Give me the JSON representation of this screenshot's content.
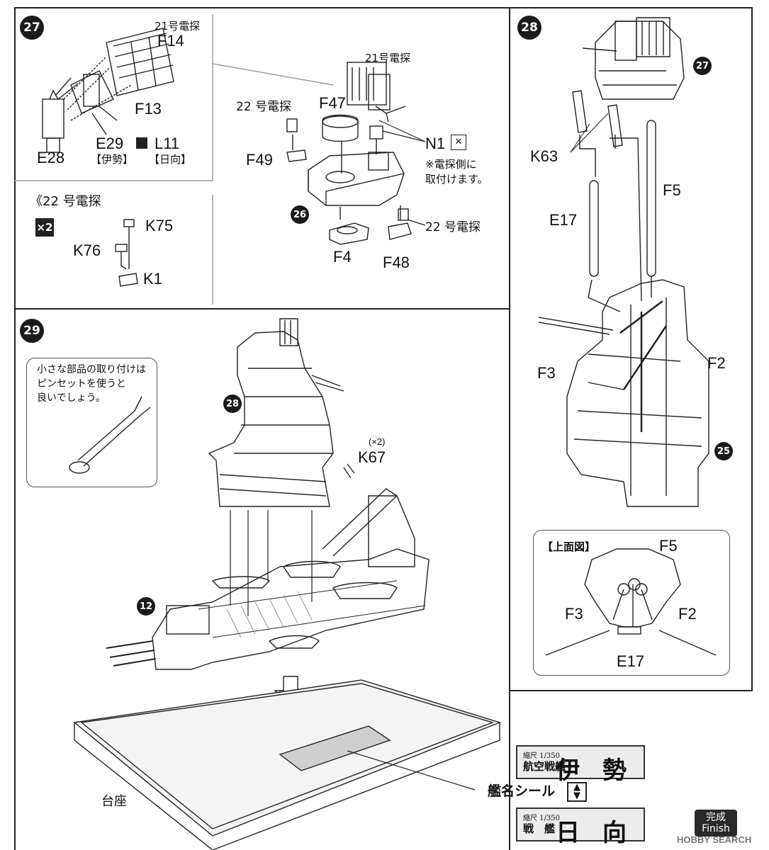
{
  "steps": {
    "s27": {
      "number": "27",
      "radar21_top": "21号電探",
      "F14": "F14",
      "F13": "F13",
      "E28": "E28",
      "E29": "E29",
      "L11": "L11",
      "ise_tag": "【伊勢】",
      "hyuga_tag": "【日向】",
      "radar21_right": "21号電探",
      "radar22_left": "22 号電探",
      "F47": "F47",
      "N1": "N1",
      "F49": "F49",
      "note_line1": "※電探側に",
      "note_line2": "取付けます。",
      "ref26": "26",
      "F4": "F4",
      "F48": "F48",
      "radar22_right": "22 号電探",
      "radar22_subtitle": "《22 号電探",
      "x2": "×2",
      "K75": "K75",
      "K76": "K76",
      "K1": "K1"
    },
    "s28": {
      "number": "28",
      "ref27": "27",
      "K63": "K63",
      "F5": "F5",
      "E17": "E17",
      "F3": "F3",
      "F2": "F2",
      "ref25": "25",
      "topview_title": "【上面図】",
      "tv_F5": "F5",
      "tv_F3": "F3",
      "tv_F2": "F2",
      "tv_E17": "E17"
    },
    "s29": {
      "number": "29",
      "tip_line1": "小さな部品の取り付けは",
      "tip_line2": "ピンセットを使うと",
      "tip_line3": "良いでしょう。",
      "ref28": "28",
      "K67_count": "(×2)",
      "K67": "K67",
      "ref12": "12",
      "base_label": "台座",
      "decal_label": "艦名シール"
    }
  },
  "nameplates": [
    {
      "scale": "縮尺 1/350",
      "type": "航空戦艦",
      "name": "伊 勢"
    },
    {
      "scale": "縮尺 1/350",
      "type": "戦　艦",
      "name": "日 向"
    }
  ],
  "finish": {
    "line1": "完成",
    "line2": "Finish"
  },
  "watermark": "HOBBY SEARCH",
  "colors": {
    "ink": "#1b1b1b",
    "plate": "#ececec",
    "panel_border": "#222222"
  }
}
